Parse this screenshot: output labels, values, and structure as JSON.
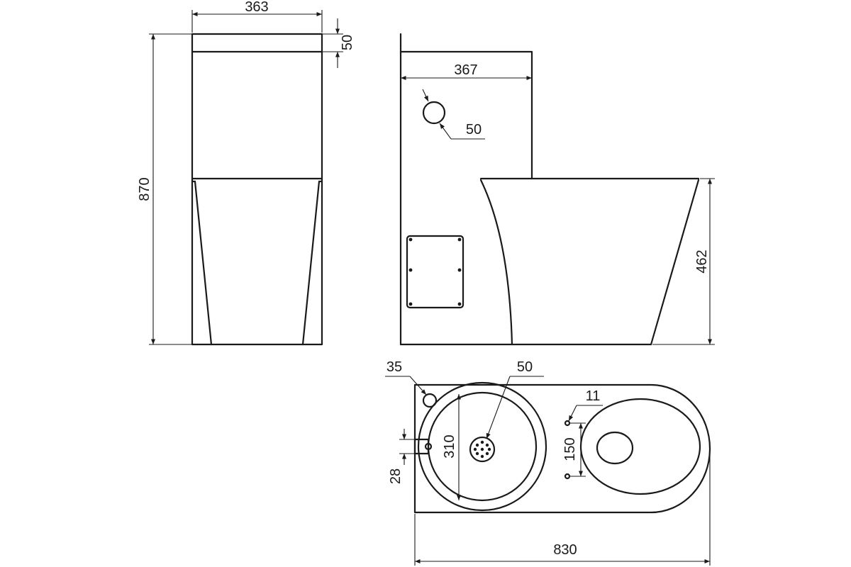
{
  "dimensions": {
    "front_width": "363",
    "lid_thickness": "50",
    "total_height": "870",
    "side_tank_depth": "367",
    "inlet_diameter_side": "50",
    "bowl_height": "462",
    "vent_diameter": "35",
    "bowl_outlet": "50",
    "basin_diameter": "310",
    "pipe_offset": "28",
    "fixing_hole_diameter": "11",
    "fixing_hole_spacing": "150",
    "total_length": "830"
  },
  "colors": {
    "line": "#1a1a1a",
    "background": "#ffffff"
  }
}
